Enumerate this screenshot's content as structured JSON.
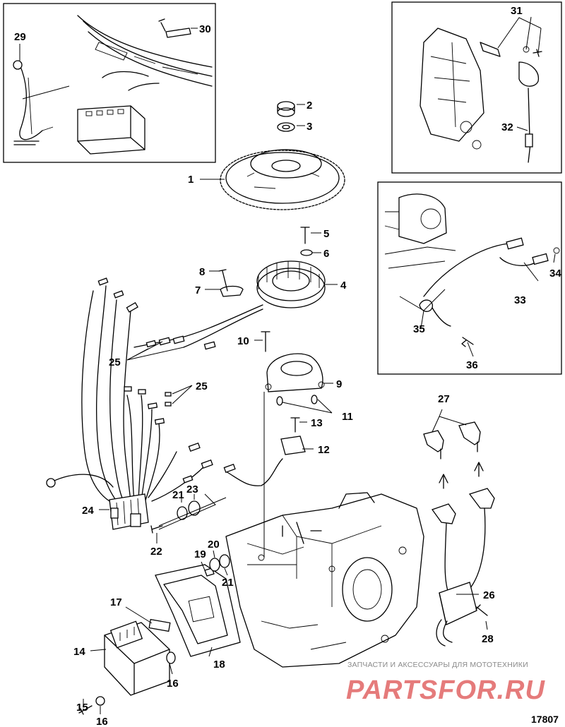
{
  "figure_number": "17807",
  "watermark": {
    "tagline": "ЗАПЧАСТИ И АКСЕССУАРЫ ДЛЯ МОТОТЕХНИКИ",
    "logo": "PARTSFOR.RU"
  },
  "callouts": [
    "1",
    "2",
    "3",
    "4",
    "5",
    "6",
    "7",
    "8",
    "9",
    "10",
    "11",
    "12",
    "13",
    "14",
    "15",
    "16",
    "16",
    "17",
    "18",
    "19",
    "20",
    "21",
    "21",
    "22",
    "23",
    "24",
    "25",
    "25",
    "26",
    "27",
    "28",
    "29",
    "30",
    "31",
    "32",
    "33",
    "34",
    "35",
    "36"
  ]
}
